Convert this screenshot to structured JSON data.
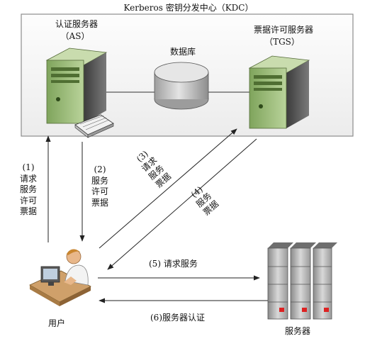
{
  "kdc": {
    "title": "Kerberos 密钥分发中心（KDC）",
    "as_name": "认证服务器",
    "as_abbr": "（AS）",
    "db_label": "数据库",
    "tgs_name": "票据许可服务器",
    "tgs_abbr": "（TGS）"
  },
  "steps": {
    "s1": [
      "(1)",
      "请求",
      "服务",
      "许可",
      "票据"
    ],
    "s2": [
      "(2)",
      "服务",
      "许可",
      "票据"
    ],
    "s3": [
      "(3)",
      "请求",
      "服务",
      "票据"
    ],
    "s4": [
      "(4)",
      "服务",
      "票据"
    ],
    "s5": "(5) 请求服务",
    "s6": "(6)服务器认证"
  },
  "actors": {
    "user": "用户",
    "server": "服务器"
  }
}
